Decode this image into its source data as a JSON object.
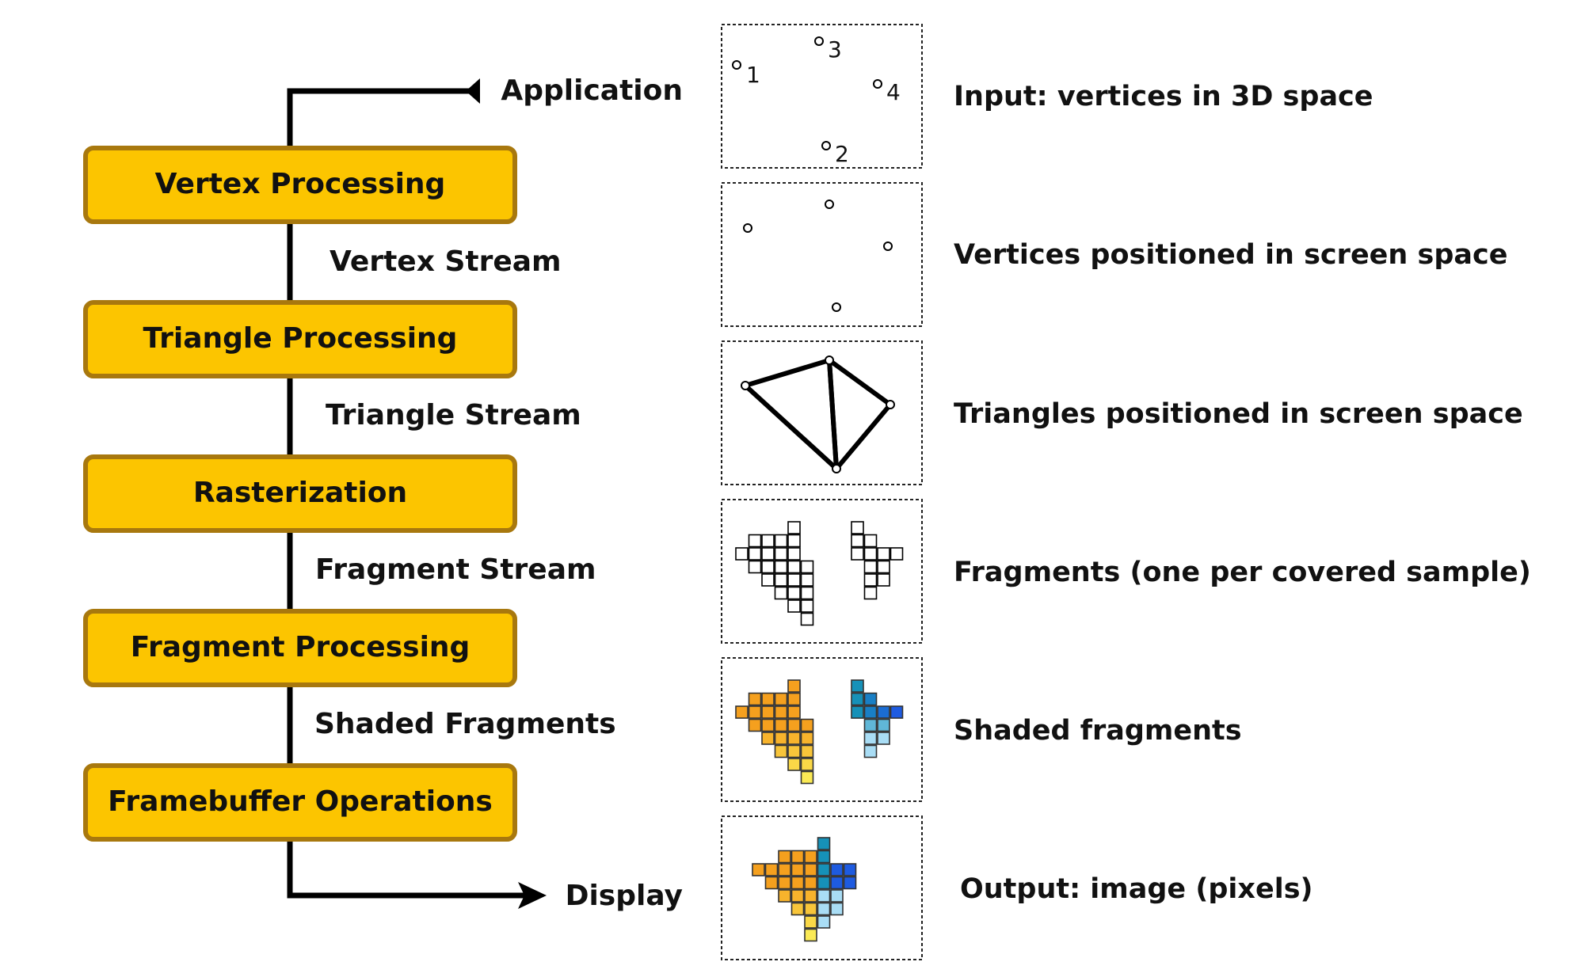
{
  "pipeline": {
    "input_label": "Application",
    "output_label": "Display",
    "stages": [
      {
        "label": "Vertex Processing"
      },
      {
        "label": "Triangle Processing"
      },
      {
        "label": "Rasterization"
      },
      {
        "label": "Fragment Processing"
      },
      {
        "label": "Framebuffer Operations"
      }
    ],
    "streams": [
      {
        "label": "Vertex Stream"
      },
      {
        "label": "Triangle Stream"
      },
      {
        "label": "Fragment Stream"
      },
      {
        "label": "Shaded Fragments"
      }
    ]
  },
  "panels": [
    {
      "description": "Input: vertices in 3D space",
      "vertex_labels": [
        "1",
        "2",
        "3",
        "4"
      ]
    },
    {
      "description": "Vertices positioned in screen space"
    },
    {
      "description": "Triangles positioned in screen space"
    },
    {
      "description": "Fragments (one per covered sample)"
    },
    {
      "description": "Shaded fragments"
    },
    {
      "description": "Output: image (pixels)"
    }
  ],
  "colors": {
    "stage_fill": "#FCC500",
    "stage_border": "#A8780E",
    "orange": "#F5A01E",
    "yellow": "#FBEA55",
    "teal": "#1691B8",
    "blue": "#1E5BE0",
    "light_blue": "#A9DDF5"
  }
}
